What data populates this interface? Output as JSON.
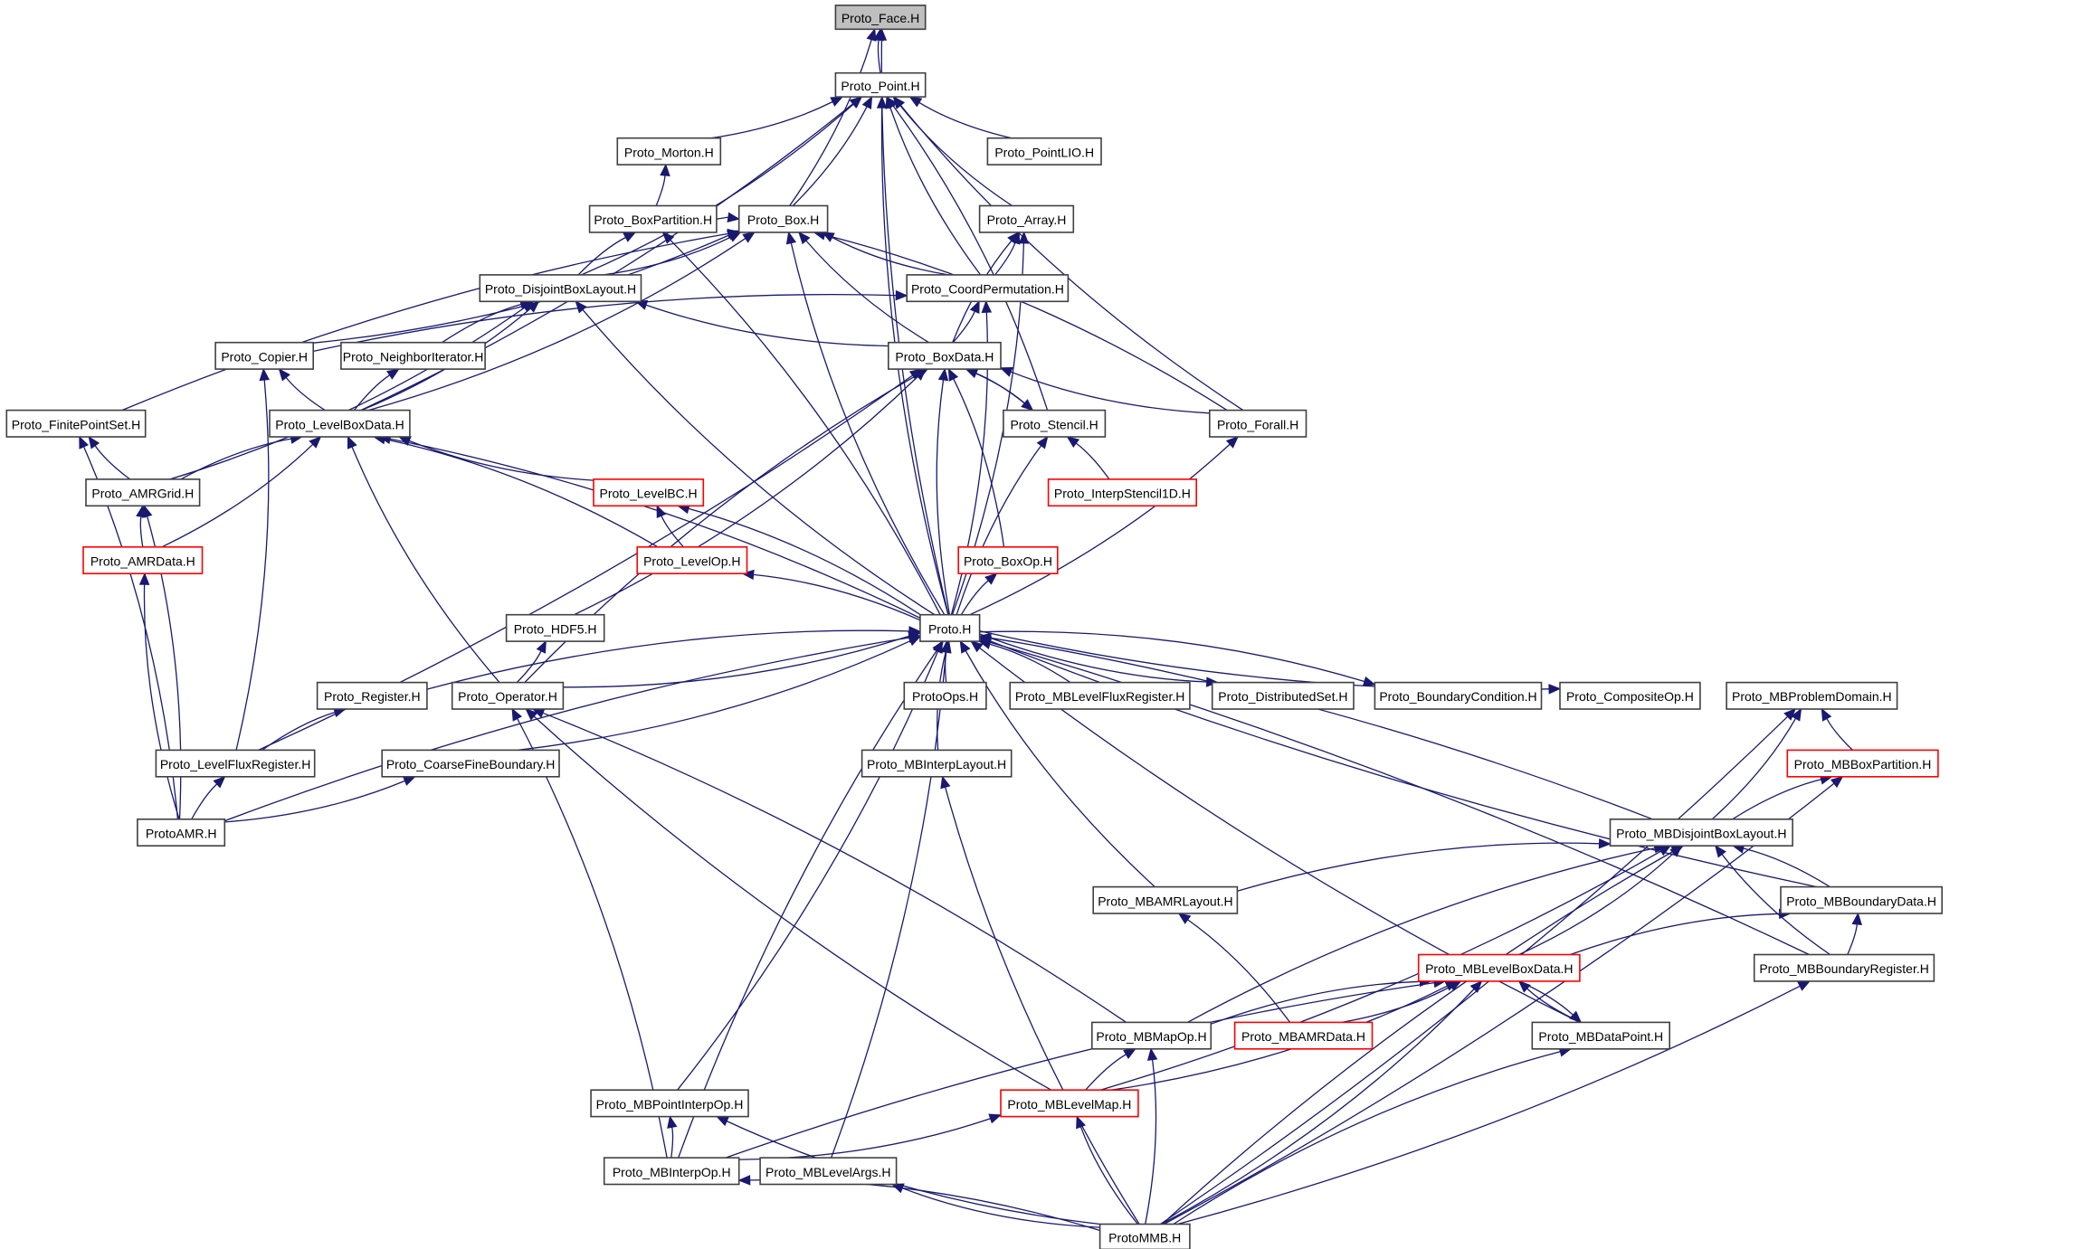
{
  "diagram": {
    "title": "Proto_Face.H include dependency graph",
    "colors": {
      "edge": "#191970",
      "node_border": "#404040",
      "incomplete_node_border": "#ff0000",
      "root_fill": "#bfbfbf"
    },
    "root": "Proto_Face.H",
    "nodes": [
      {
        "id": "face",
        "label": "Proto_Face.H",
        "style": "root"
      },
      {
        "id": "point",
        "label": "Proto_Point.H",
        "style": "normal"
      },
      {
        "id": "morton",
        "label": "Proto_Morton.H",
        "style": "normal"
      },
      {
        "id": "pointlio",
        "label": "Proto_PointLIO.H",
        "style": "normal"
      },
      {
        "id": "boxpartition",
        "label": "Proto_BoxPartition.H",
        "style": "normal"
      },
      {
        "id": "box",
        "label": "Proto_Box.H",
        "style": "normal"
      },
      {
        "id": "array",
        "label": "Proto_Array.H",
        "style": "normal"
      },
      {
        "id": "dbl",
        "label": "Proto_DisjointBoxLayout.H",
        "style": "normal"
      },
      {
        "id": "coordperm",
        "label": "Proto_CoordPermutation.H",
        "style": "normal"
      },
      {
        "id": "copier",
        "label": "Proto_Copier.H",
        "style": "normal"
      },
      {
        "id": "neighbor",
        "label": "Proto_NeighborIterator.H",
        "style": "normal"
      },
      {
        "id": "boxdata",
        "label": "Proto_BoxData.H",
        "style": "normal"
      },
      {
        "id": "finitepointset",
        "label": "Proto_FinitePointSet.H",
        "style": "normal"
      },
      {
        "id": "levelboxdata",
        "label": "Proto_LevelBoxData.H",
        "style": "normal"
      },
      {
        "id": "stencil",
        "label": "Proto_Stencil.H",
        "style": "normal"
      },
      {
        "id": "forall",
        "label": "Proto_Forall.H",
        "style": "normal"
      },
      {
        "id": "amrgrid",
        "label": "Proto_AMRGrid.H",
        "style": "normal"
      },
      {
        "id": "levelbc",
        "label": "Proto_LevelBC.H",
        "style": "red"
      },
      {
        "id": "interpstencil",
        "label": "Proto_InterpStencil1D.H",
        "style": "red"
      },
      {
        "id": "amrdata",
        "label": "Proto_AMRData.H",
        "style": "red"
      },
      {
        "id": "levelop",
        "label": "Proto_LevelOp.H",
        "style": "red"
      },
      {
        "id": "boxop",
        "label": "Proto_BoxOp.H",
        "style": "red"
      },
      {
        "id": "hdf5",
        "label": "Proto_HDF5.H",
        "style": "normal"
      },
      {
        "id": "proto",
        "label": "Proto.H",
        "style": "normal"
      },
      {
        "id": "register",
        "label": "Proto_Register.H",
        "style": "normal"
      },
      {
        "id": "operator",
        "label": "Proto_Operator.H",
        "style": "normal"
      },
      {
        "id": "protoops",
        "label": "ProtoOps.H",
        "style": "normal"
      },
      {
        "id": "mblevelflux",
        "label": "Proto_MBLevelFluxRegister.H",
        "style": "normal"
      },
      {
        "id": "distributedset",
        "label": "Proto_DistributedSet.H",
        "style": "normal"
      },
      {
        "id": "boundarycond",
        "label": "Proto_BoundaryCondition.H",
        "style": "normal"
      },
      {
        "id": "compositeop",
        "label": "Proto_CompositeOp.H",
        "style": "normal"
      },
      {
        "id": "mbproblemdomain",
        "label": "Proto_MBProblemDomain.H",
        "style": "normal"
      },
      {
        "id": "levelfluxreg",
        "label": "Proto_LevelFluxRegister.H",
        "style": "normal"
      },
      {
        "id": "coarsefine",
        "label": "Proto_CoarseFineBoundary.H",
        "style": "normal"
      },
      {
        "id": "mbinterplayout",
        "label": "Proto_MBInterpLayout.H",
        "style": "normal"
      },
      {
        "id": "mbboxpartition",
        "label": "Proto_MBBoxPartition.H",
        "style": "red"
      },
      {
        "id": "protoamr",
        "label": "ProtoAMR.H",
        "style": "normal"
      },
      {
        "id": "mbdbl",
        "label": "Proto_MBDisjointBoxLayout.H",
        "style": "normal"
      },
      {
        "id": "mbamrlayout",
        "label": "Proto_MBAMRLayout.H",
        "style": "normal"
      },
      {
        "id": "mbboundarydata",
        "label": "Proto_MBBoundaryData.H",
        "style": "normal"
      },
      {
        "id": "mblevelboxdata",
        "label": "Proto_MBLevelBoxData.H",
        "style": "red"
      },
      {
        "id": "mbboundaryreg",
        "label": "Proto_MBBoundaryRegister.H",
        "style": "normal"
      },
      {
        "id": "mbmapop",
        "label": "Proto_MBMapOp.H",
        "style": "normal"
      },
      {
        "id": "mbamrdata",
        "label": "Proto_MBAMRData.H",
        "style": "red"
      },
      {
        "id": "mbdatapoint",
        "label": "Proto_MBDataPoint.H",
        "style": "normal"
      },
      {
        "id": "mbpointinterpop",
        "label": "Proto_MBPointInterpOp.H",
        "style": "normal"
      },
      {
        "id": "mblevelmap",
        "label": "Proto_MBLevelMap.H",
        "style": "red"
      },
      {
        "id": "mbinterpop",
        "label": "Proto_MBInterpOp.H",
        "style": "normal"
      },
      {
        "id": "mblevelargs",
        "label": "Proto_MBLevelArgs.H",
        "style": "normal"
      },
      {
        "id": "protommb",
        "label": "ProtoMMB.H",
        "style": "normal"
      }
    ],
    "edges": [
      [
        "point",
        "face"
      ],
      [
        "box",
        "face"
      ],
      [
        "proto",
        "face"
      ],
      [
        "morton",
        "point"
      ],
      [
        "pointlio",
        "point"
      ],
      [
        "box",
        "point"
      ],
      [
        "array",
        "point"
      ],
      [
        "dbl",
        "point"
      ],
      [
        "coordperm",
        "point"
      ],
      [
        "stencil",
        "point"
      ],
      [
        "forall",
        "point"
      ],
      [
        "levelboxdata",
        "point"
      ],
      [
        "proto",
        "point"
      ],
      [
        "boxpartition",
        "morton"
      ],
      [
        "dbl",
        "boxpartition"
      ],
      [
        "proto",
        "boxpartition"
      ],
      [
        "boxpartition",
        "box"
      ],
      [
        "dbl",
        "box"
      ],
      [
        "coordperm",
        "box"
      ],
      [
        "copier",
        "box"
      ],
      [
        "boxdata",
        "box"
      ],
      [
        "forall",
        "box"
      ],
      [
        "finitepointset",
        "box"
      ],
      [
        "levelboxdata",
        "box"
      ],
      [
        "proto",
        "box"
      ],
      [
        "coordperm",
        "array"
      ],
      [
        "boxdata",
        "array"
      ],
      [
        "proto",
        "array"
      ],
      [
        "neighbor",
        "dbl"
      ],
      [
        "levelboxdata",
        "dbl"
      ],
      [
        "boxdata",
        "dbl"
      ],
      [
        "amrgrid",
        "dbl"
      ],
      [
        "proto",
        "dbl"
      ],
      [
        "boxdata",
        "coordperm"
      ],
      [
        "copier",
        "coordperm"
      ],
      [
        "proto",
        "coordperm"
      ],
      [
        "levelboxdata",
        "copier"
      ],
      [
        "levelfluxreg",
        "copier"
      ],
      [
        "levelboxdata",
        "neighbor"
      ],
      [
        "stencil",
        "boxdata"
      ],
      [
        "forall",
        "boxdata"
      ],
      [
        "boxop",
        "boxdata"
      ],
      [
        "proto",
        "boxdata"
      ],
      [
        "hdf5",
        "boxdata"
      ],
      [
        "operator",
        "boxdata"
      ],
      [
        "levelfluxreg",
        "boxdata"
      ],
      [
        "amrgrid",
        "finitepointset"
      ],
      [
        "protoamr",
        "finitepointset"
      ],
      [
        "amrgrid",
        "levelboxdata"
      ],
      [
        "amrdata",
        "levelboxdata"
      ],
      [
        "levelbc",
        "levelboxdata"
      ],
      [
        "levelop",
        "levelboxdata"
      ],
      [
        "operator",
        "levelboxdata"
      ],
      [
        "proto",
        "levelboxdata"
      ],
      [
        "boxdata",
        "stencil"
      ],
      [
        "interpstencil",
        "stencil"
      ],
      [
        "proto",
        "stencil"
      ],
      [
        "proto",
        "forall"
      ],
      [
        "amrdata",
        "amrgrid"
      ],
      [
        "protoamr",
        "amrgrid"
      ],
      [
        "levelop",
        "levelbc"
      ],
      [
        "proto",
        "levelbc"
      ],
      [
        "protoamr",
        "amrdata"
      ],
      [
        "proto",
        "levelop"
      ],
      [
        "proto",
        "boxop"
      ],
      [
        "operator",
        "hdf5"
      ],
      [
        "register",
        "proto"
      ],
      [
        "operator",
        "proto"
      ],
      [
        "protoops",
        "proto"
      ],
      [
        "mblevelflux",
        "proto"
      ],
      [
        "mbinterplayout",
        "proto"
      ],
      [
        "coarsefine",
        "proto"
      ],
      [
        "protoamr",
        "proto"
      ],
      [
        "mbpointinterpop",
        "proto"
      ],
      [
        "mbinterpop",
        "proto"
      ],
      [
        "mblevelargs",
        "proto"
      ],
      [
        "mbamrlayout",
        "proto"
      ],
      [
        "mbdbl",
        "proto"
      ],
      [
        "mbboundarydata",
        "proto"
      ],
      [
        "mbboundaryreg",
        "proto"
      ],
      [
        "mbdatapoint",
        "proto"
      ],
      [
        "proto",
        "distributedset"
      ],
      [
        "proto",
        "boundarycond"
      ],
      [
        "proto",
        "compositeop"
      ],
      [
        "levelfluxreg",
        "register"
      ],
      [
        "mbmapop",
        "operator"
      ],
      [
        "mblevelmap",
        "operator"
      ],
      [
        "mbinterpop",
        "operator"
      ],
      [
        "protoamr",
        "levelfluxreg"
      ],
      [
        "protoamr",
        "coarsefine"
      ],
      [
        "protommb",
        "mbinterplayout"
      ],
      [
        "mbdbl",
        "mbproblemdomain"
      ],
      [
        "mbboxpartition",
        "mbproblemdomain"
      ],
      [
        "protommb",
        "mbproblemdomain"
      ],
      [
        "mbdbl",
        "mbboxpartition"
      ],
      [
        "protommb",
        "mbboxpartition"
      ],
      [
        "mbamrlayout",
        "mbdbl"
      ],
      [
        "mbboundarydata",
        "mbdbl"
      ],
      [
        "mbboundaryreg",
        "mbdbl"
      ],
      [
        "mblevelboxdata",
        "mbdbl"
      ],
      [
        "mbmapop",
        "mbdbl"
      ],
      [
        "mblevelmap",
        "mbdbl"
      ],
      [
        "protommb",
        "mbdbl"
      ],
      [
        "mbamrdata",
        "mbamrlayout"
      ],
      [
        "mblevelboxdata",
        "mbboundarydata"
      ],
      [
        "mbboundaryreg",
        "mbboundarydata"
      ],
      [
        "mbmapop",
        "mblevelboxdata"
      ],
      [
        "mbamrdata",
        "mblevelboxdata"
      ],
      [
        "mbdatapoint",
        "mblevelboxdata"
      ],
      [
        "mblevelmap",
        "mblevelboxdata"
      ],
      [
        "mbinterpop",
        "mblevelboxdata"
      ],
      [
        "protommb",
        "mblevelboxdata"
      ],
      [
        "mblevelboxdata",
        "mbdatapoint"
      ],
      [
        "protommb",
        "mbboundaryreg"
      ],
      [
        "mblevelmap",
        "mbmapop"
      ],
      [
        "protommb",
        "mbmapop"
      ],
      [
        "protommb",
        "mbdatapoint"
      ],
      [
        "mbinterpop",
        "mbpointinterpop"
      ],
      [
        "protommb",
        "mbpointinterpop"
      ],
      [
        "mbinterpop",
        "mblevelmap"
      ],
      [
        "protommb",
        "mblevelmap"
      ],
      [
        "protommb",
        "mbinterpop"
      ],
      [
        "protommb",
        "mblevelargs"
      ]
    ]
  }
}
